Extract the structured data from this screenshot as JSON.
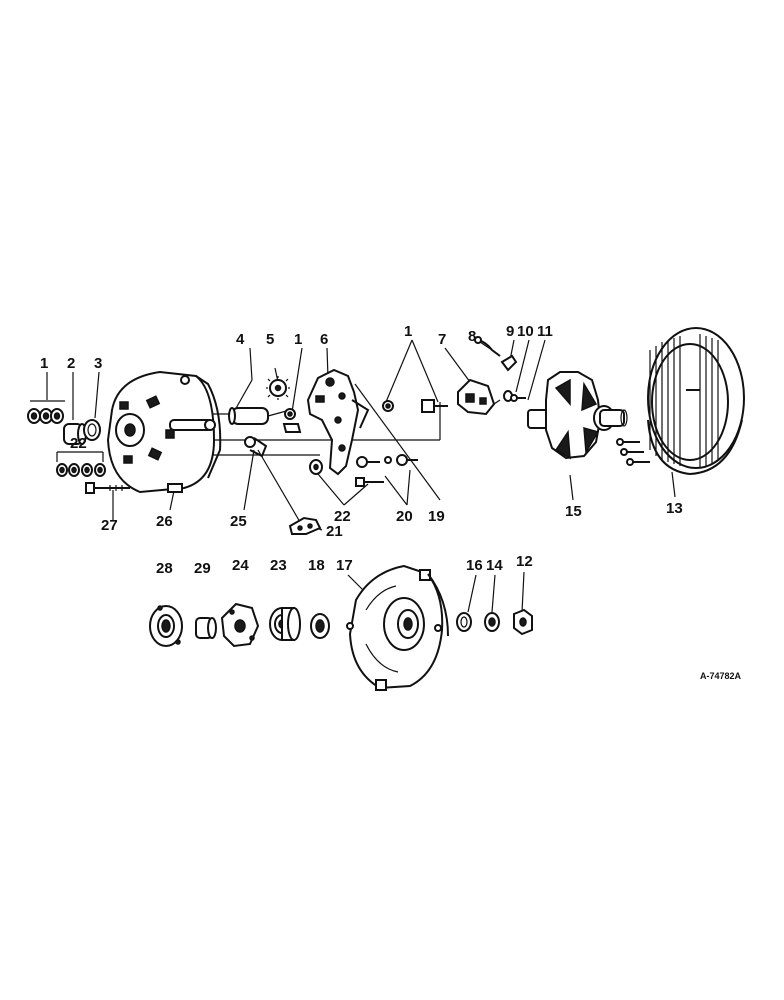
{
  "reference_code": "A-74782A",
  "callouts": {
    "c1a": "1",
    "c2": "2",
    "c3": "3",
    "c4": "4",
    "c5": "5",
    "c1b": "1",
    "c6": "6",
    "c1c": "1",
    "c7": "7",
    "c8": "8",
    "c9": "9",
    "c10": "10",
    "c11": "11",
    "c22a": "22",
    "c27": "27",
    "c26": "26",
    "c25": "25",
    "c21": "21",
    "c22b": "22",
    "c20": "20",
    "c19": "19",
    "c15": "15",
    "c13": "13",
    "c28": "28",
    "c29": "29",
    "c24": "24",
    "c23": "23",
    "c18": "18",
    "c17": "17",
    "c16": "16",
    "c14": "14",
    "c12": "12"
  },
  "colors": {
    "ink": "#111111",
    "paper": "#ffffff"
  }
}
